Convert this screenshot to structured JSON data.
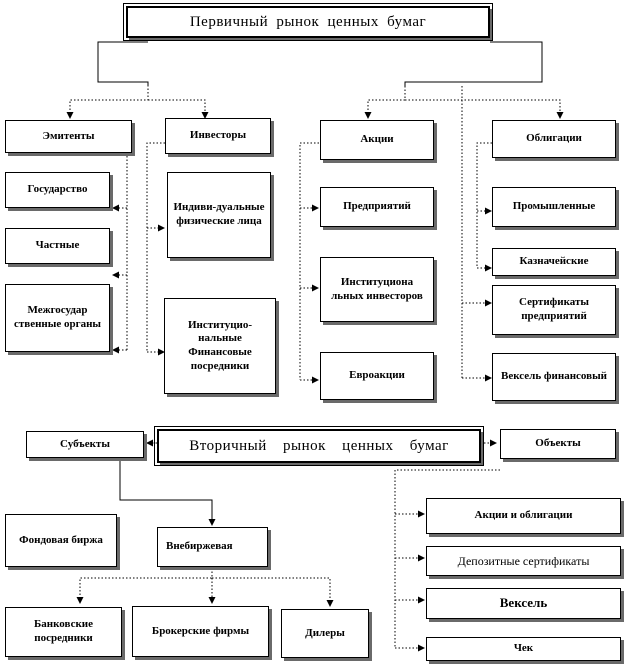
{
  "primary": {
    "title": "Первичный рынок ценных бумаг",
    "issuers": {
      "label": "Эмитенты",
      "items": [
        "Государство",
        "Частные",
        "Межгосудар ственные органы"
      ]
    },
    "investors": {
      "label": "Инвесторы",
      "items": [
        "Индиви-дуальные физические лица",
        "Институцио-нальные Финансовые посредники"
      ]
    },
    "shares": {
      "label": "Акции",
      "items": [
        "Предприятий",
        "Институциона льных инвесторов",
        "Евроакции"
      ]
    },
    "bonds": {
      "label": "Облигации",
      "items": [
        "Промышленные",
        "Казначейские",
        "Сертификаты предприятий",
        "Вексель финансовый"
      ]
    }
  },
  "secondary": {
    "title": "Вторичный рынок ценных бумаг",
    "subjects": {
      "label": "Субъекты",
      "exchange": "Фондовая биржа",
      "otc": "Внебиржевая",
      "otc_items": [
        "Банковские посредники",
        "Брокерские фирмы",
        "Дилеры"
      ]
    },
    "objects": {
      "label": "Объекты",
      "items": [
        "Акции и облигации",
        "Депозитные сертификаты",
        "Вексель",
        "Чек"
      ]
    }
  }
}
